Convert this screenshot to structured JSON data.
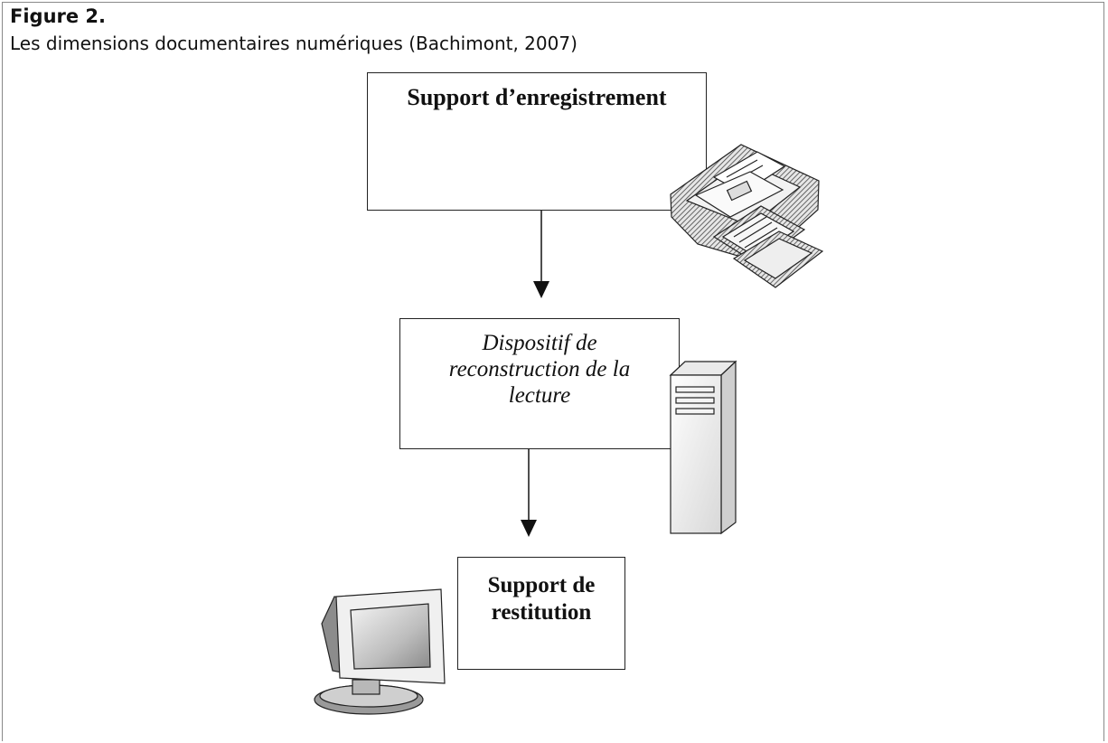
{
  "figure": {
    "label": "Figure 2.",
    "caption": "Les dimensions documentaires numériques (Bachimont, 2007)"
  },
  "diagram": {
    "nodes": [
      {
        "id": "support-enregistrement",
        "lines": [
          "Support d’enregistrement"
        ],
        "style": "bold",
        "icon": "floppy-disks-icon"
      },
      {
        "id": "dispositif-reconstruction",
        "lines": [
          "Dispositif de",
          "reconstruction de la",
          "lecture"
        ],
        "style": "italic",
        "icon": "tower-computer-icon"
      },
      {
        "id": "support-restitution",
        "lines": [
          "Support de",
          "restitution"
        ],
        "style": "bold",
        "icon": "crt-monitor-icon"
      }
    ],
    "edges": [
      {
        "from": "support-enregistrement",
        "to": "dispositif-reconstruction"
      },
      {
        "from": "dispositif-reconstruction",
        "to": "support-restitution"
      }
    ]
  },
  "colors": {
    "stroke": "#222222",
    "frame": "#8a8a8a"
  }
}
